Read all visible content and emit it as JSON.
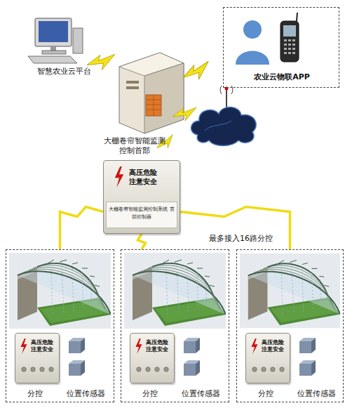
{
  "diagram": {
    "nodes": [
      {
        "text": [
          "农业云物联APP"
        ]
      },
      {
        "text": [
          "高压危险 注意安全",
          "大棚卷帘智能监测控制系统 首部控制器"
        ]
      },
      {
        "text": [
          "分控",
          "位置传感器"
        ]
      },
      {
        "text": [
          "高压危险 注意安全"
        ],
        "in": 2
      },
      {
        "text": [
          "分控",
          "位置传感器"
        ]
      },
      {
        "text": [
          "高压危险 注意安全"
        ],
        "in": 4
      },
      {
        "text": [
          "分控",
          "位置传感器"
        ]
      },
      {
        "text": [
          "高压危险 注意安全"
        ],
        "in": 6
      }
    ],
    "edges": [
      {
        "from": 1,
        "to": 2,
        "arrow": "none"
      },
      {
        "from": 1,
        "to": 4,
        "arrow": "none"
      },
      {
        "from": 1,
        "to": 6,
        "arrow": "none"
      }
    ],
    "labels": [
      "智慧农业云平台",
      "大棚卷帘智能监测控制首部",
      "最多接入16路分控"
    ]
  }
}
